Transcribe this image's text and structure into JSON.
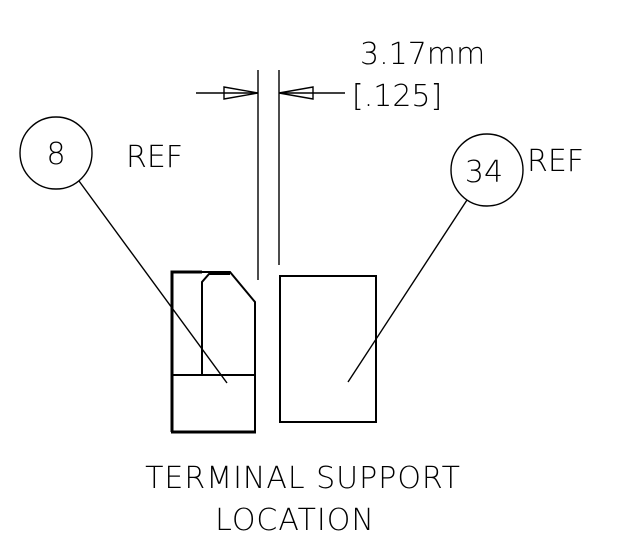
{
  "dimension": {
    "metric": "3.17mm",
    "imperial": "[.125]"
  },
  "balloons": [
    {
      "number": "8",
      "note": "REF"
    },
    {
      "number": "34",
      "note": "REF"
    }
  ],
  "caption": {
    "line1": "TERMINAL SUPPORT",
    "line2": "LOCATION"
  }
}
